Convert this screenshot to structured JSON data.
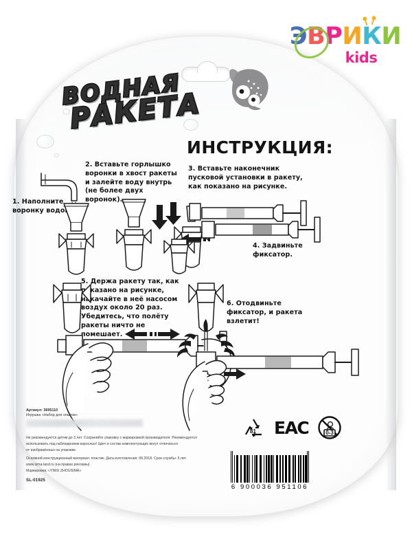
{
  "brand": {
    "wordmark": "ЭВРИКИ",
    "wordmark_letters": [
      {
        "ch": "Э",
        "color": "#4a6fb5"
      },
      {
        "ch": "В",
        "color": "#f25c54"
      },
      {
        "ch": "Р",
        "color": "#ec268f"
      },
      {
        "ch": "И",
        "color": "#f5a623"
      },
      {
        "ch": "К",
        "color": "#3fb8d4"
      },
      {
        "ch": "И",
        "color": "#8cc63f"
      }
    ],
    "kids": "kids",
    "kids_color": "#ec268f",
    "orbit_color": "#8cc63f"
  },
  "product": {
    "title_line_1": "ВОДНАЯ",
    "title_line_2": "РАКЕТА"
  },
  "instruction": {
    "heading": "ИНСТРУКЦИЯ:",
    "steps": [
      {
        "number": "1.",
        "text": "1. Наполните воронку водой."
      },
      {
        "number": "2.",
        "text": "2. Вставьте горлышко воронки в хвост ракеты и залейте воду внутрь (не более двух воронок)."
      },
      {
        "number": "3.",
        "text": "3. Вставьте наконечник пусковой установки в ракету, как показано на рисунке."
      },
      {
        "number": "4.",
        "text": "4. Задвиньте фиксатор."
      },
      {
        "number": "5.",
        "text": "5. Держа ракету так, как показано на рисунке, накачайте в неё насосом воздух около 20 раз. Убедитесь, что полёту ракеты ничто не помешает."
      },
      {
        "number": "6.",
        "text": "6. Отодвиньте фиксатор, и ракета взлетит!"
      }
    ]
  },
  "footer": {
    "article": "Артикул: 3695110",
    "product_name": "Игрушка «Набор для опытов»",
    "legal_lines": [
      "Не рекомендуется детям до 3 лет. Сохраняйте упаковку с маркировкой производителя. Рекомендуется",
      "использовать под наблюдением взрослых! Цвет и состав комплектующих могут отличаться",
      "от изображённых на упаковке.",
      "Основной конструкционный материал: пластик. Дата изготовления: 06.2018. Срок службы: 5 лет.",
      "www.sima-land.ru (на правах рекламы)",
      "Маркировка: «YIWU ZHOUSIMA»"
    ],
    "code": "SL-01925",
    "certifications": {
      "recycle_number": "81",
      "eac": "EAC",
      "age_restriction": "0-3"
    },
    "barcode_number": "6 900036 951106"
  }
}
